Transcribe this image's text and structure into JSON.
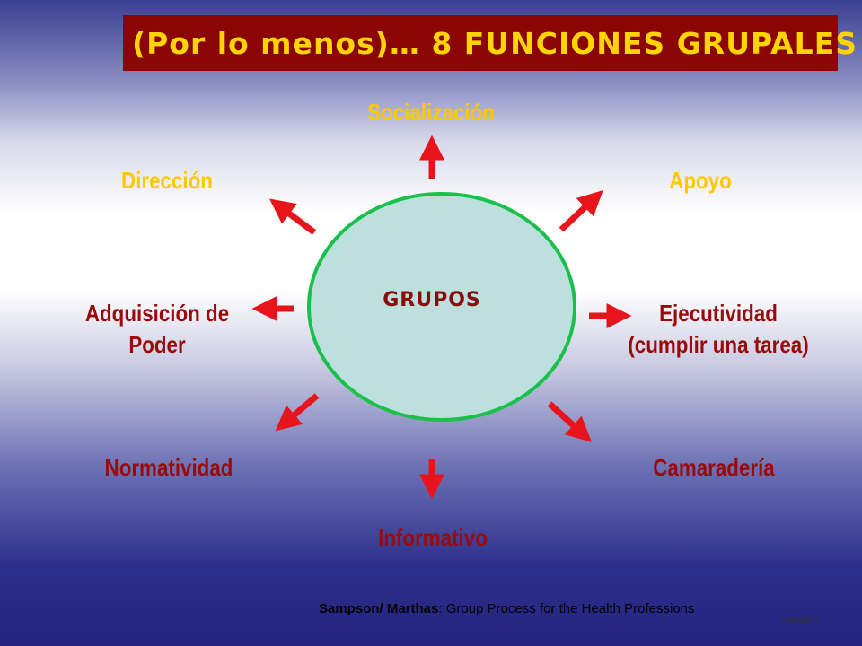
{
  "title": "(Por lo menos)… 8 FUNCIONES GRUPALES",
  "center": "GRUPOS",
  "functions": {
    "socializacion": "Socialización",
    "apoyo": "Apoyo",
    "ejecutividad_line1": "Ejecutividad",
    "ejecutividad_line2": "(cumplir una tarea)",
    "camaraderia": "Camaradería",
    "informativo": "Informativo",
    "normatividad": "Normatividad",
    "adquisicion_line1": "Adquisición de",
    "adquisicion_line2": "Poder",
    "direccion": "Dirección"
  },
  "footer": {
    "authors": "Sampson/ Marthas",
    "reference": ": Group Process for the Health Professions"
  },
  "signature": "jventurelli",
  "colors": {
    "title_bg": "#8b0505",
    "title_text": "#ffd400",
    "label_yellow": "#ffc800",
    "label_red": "#9a0a0a",
    "arrow": "#e8141c",
    "circle_fill": "#bde0df",
    "circle_stroke": "#19c04a"
  }
}
